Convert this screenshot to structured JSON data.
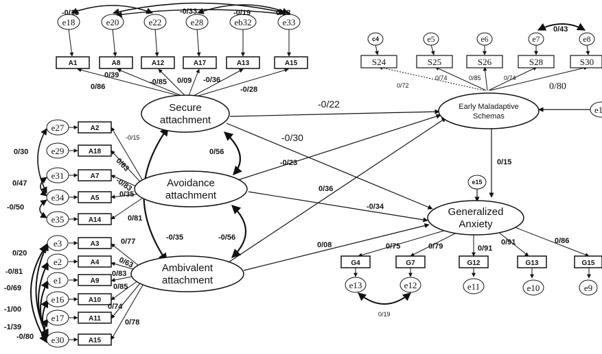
{
  "latent": {
    "secure": [
      "Secure",
      "attachment"
    ],
    "avoidance": [
      "Avoidance",
      "attachment"
    ],
    "ambivalent": [
      "Ambivalent",
      "attachment"
    ],
    "ems": [
      "Early Maladaptive",
      "Schemas"
    ],
    "anxiety": [
      "Generalized",
      "Anxiety"
    ]
  },
  "secure_items": [
    "A1",
    "A8",
    "A12",
    "A17",
    "A13",
    "A15"
  ],
  "secure_errors": [
    "e18",
    "e20",
    "e22",
    "e28",
    "eb32",
    "e33"
  ],
  "secure_loadings": [
    "0/86",
    "0/39",
    "-0/85",
    "0/09",
    "-0/36",
    "-0/28"
  ],
  "secure_error_covariances": [
    "-0/15",
    "-0/33",
    "-0/19",
    "0/18"
  ],
  "avoid_items": [
    "A2",
    "A18",
    "A7",
    "A5",
    "A14"
  ],
  "avoid_errors": [
    "e27",
    "e29",
    "e31",
    "e34",
    "e35"
  ],
  "avoid_loadings": [
    "-0/15",
    "0/63",
    "-0/83",
    "0/35",
    "0/81"
  ],
  "avoid_error_covariances": [
    "0/30",
    "0/47",
    "-0/50"
  ],
  "amb_items": [
    "A3",
    "A4",
    "A9",
    "A10",
    "A11",
    "A15"
  ],
  "amb_errors": [
    "e3",
    "e2",
    "e1",
    "e16",
    "e17",
    "e30"
  ],
  "amb_loadings": [
    "0/77",
    "0/63",
    "0/83",
    "0/85",
    "0/74",
    "0/78"
  ],
  "amb_error_covariances": [
    "0/20",
    "-0/81",
    "-0/69",
    "-1/00",
    "-1/39",
    "-0/80"
  ],
  "ems_items": [
    "S24",
    "S25",
    "S26",
    "S28",
    "S30"
  ],
  "ems_errors": [
    "c4",
    "e5",
    "e6",
    "e7",
    "e8"
  ],
  "ems_loadings": [
    "0/72",
    "0/74",
    "0/85",
    "0/74",
    "0/80"
  ],
  "ems_error_covariance": "0/43",
  "ems_disturbance": "e1",
  "anx_items": [
    "G4",
    "G7",
    "G12",
    "G13",
    "G15"
  ],
  "anx_errors": [
    "e13",
    "e12",
    "e11",
    "e10",
    "e9"
  ],
  "anx_loadings": [
    "0/75",
    "0/79",
    "0/91",
    "0/91",
    "0/86"
  ],
  "anx_error_covariance": "0/19",
  "anx_disturbance": "e15",
  "latent_covariances": {
    "secure_avoid": "0/56",
    "avoid_amb": "-0/56",
    "secure_amb": "-0/35"
  },
  "paths": {
    "secure_ems": "-0/22",
    "secure_anx": "-0/30",
    "avoid_ems": "-0/23",
    "avoid_anx": "-0/34",
    "amb_ems": "0/36",
    "amb_anx": "0/08",
    "ems_anx": "0/15"
  },
  "colors": {
    "ink": "#111111",
    "paper": "#ffffff"
  }
}
